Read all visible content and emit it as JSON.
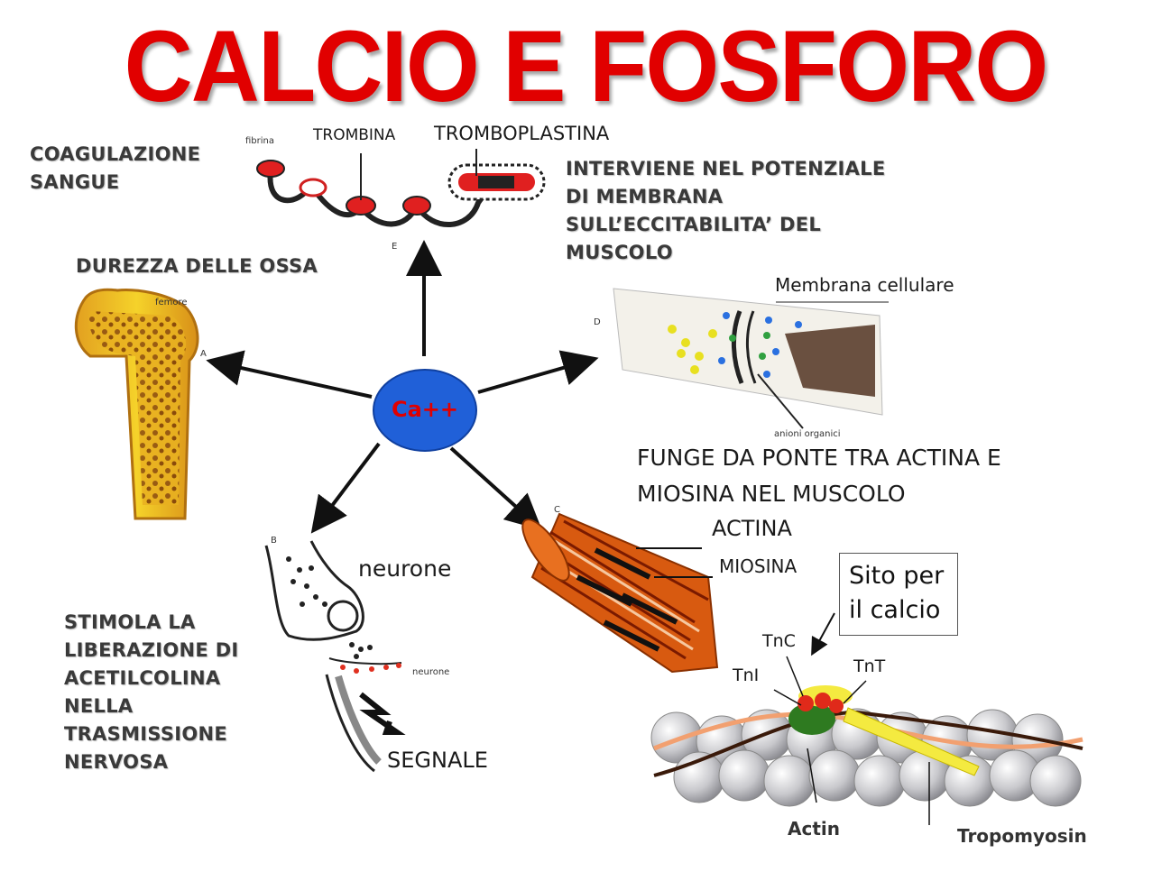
{
  "title": "CALCIO E FOSFORO",
  "center": "Ca++",
  "colors": {
    "title": "#e10000",
    "center_fill": "#2060d8",
    "center_text": "#e00000"
  },
  "blood": {
    "heading": "COAGULAZIONE\nSANGUE",
    "trombina": "TROMBINA",
    "tromboplastina": "TROMBOPLASTINA",
    "fibrina": "fibrina",
    "letter": "E"
  },
  "membrane": {
    "text": "INTERVIENE NEL POTENZIALE\nDI MEMBRANA\nSULL’ECCITABILITA’ DEL\nMUSCOLO",
    "label": "Membrana cellulare",
    "letter": "D",
    "small": "anioni organici"
  },
  "bone": {
    "heading": "DUREZZA DELLE OSSA",
    "small": "femore",
    "letter": "A"
  },
  "muscle": {
    "text": "FUNGE DA PONTE TRA ACTINA E\nMIOSINA NEL MUSCOLO",
    "actina": "ACTINA",
    "miosina": "MIOSINA",
    "letter": "C"
  },
  "neuron": {
    "heading": "STIMOLA LA\nLIBERAZIONE DI\nACETILCOLINA\nNELLA\nTRASMISSIONE\nNERVOSA",
    "label": "neurone",
    "small": "neurone",
    "signal": "SEGNALE",
    "letter": "B"
  },
  "troponin": {
    "box": "Sito per\nil calcio",
    "tnc": "TnC",
    "tni": "TnI",
    "tnt": "TnT",
    "actin": "Actin",
    "tropomyosin": "Tropomyosin"
  }
}
